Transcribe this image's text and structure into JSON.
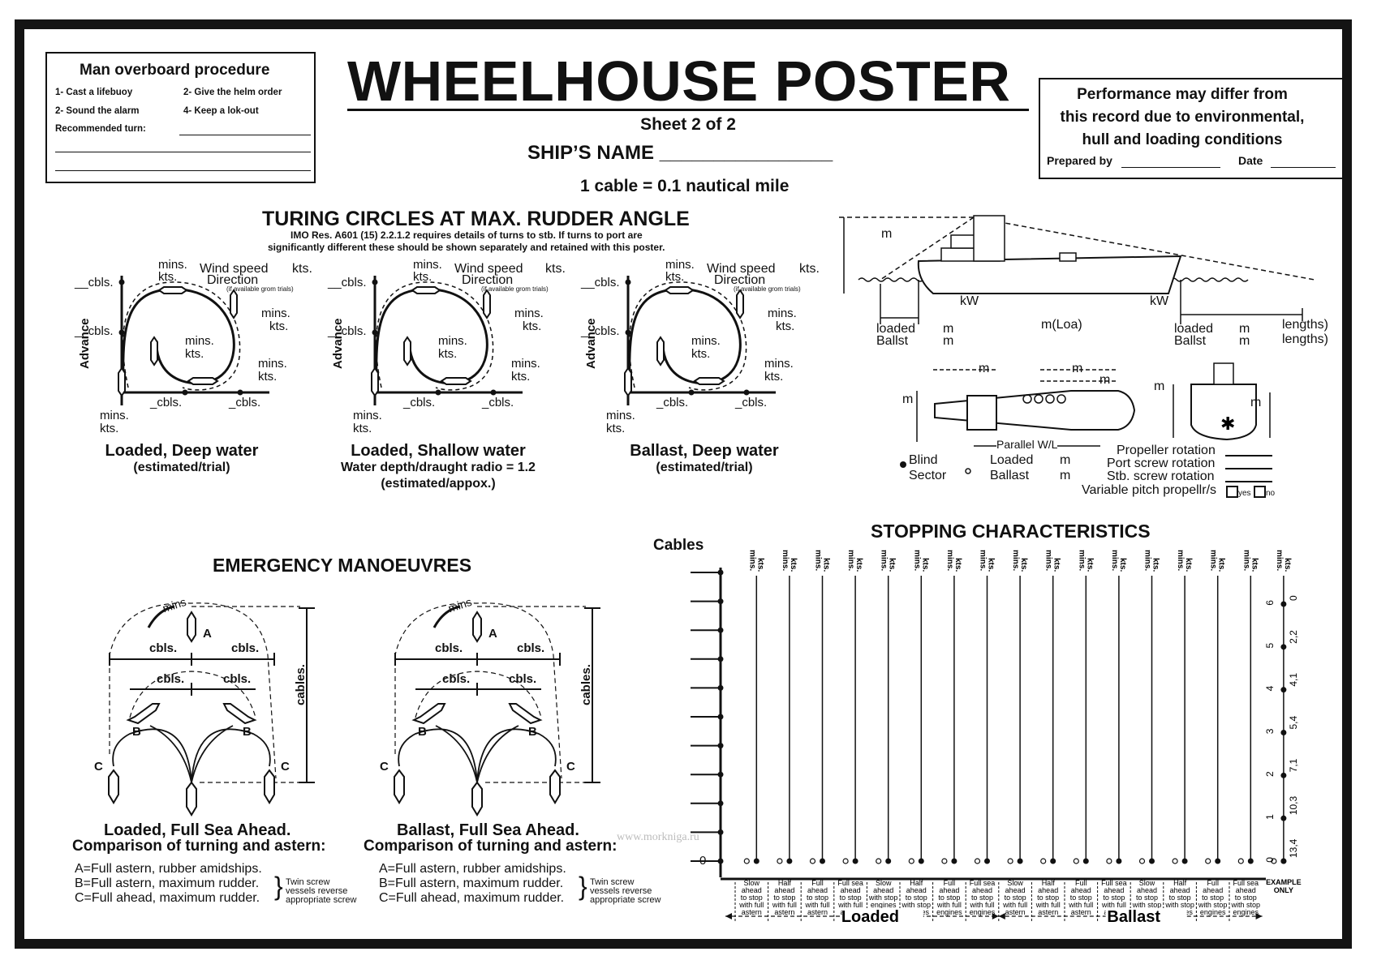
{
  "mob": {
    "title": "Man overboard procedure",
    "items": [
      "1- Cast a lifebuoy",
      "2- Give the helm order",
      "2- Sound the alarm",
      "4- Keep a lok-out"
    ],
    "recommended": "Recommended turn:"
  },
  "header": {
    "title": "WHEELHOUSE POSTER",
    "sheet": "Sheet 2 of 2",
    "ship_name": "SHIP’S NAME ________________",
    "cable": "1 cable = 0.1 nautical mile"
  },
  "perf": {
    "line1": "Performance may differ from",
    "line2": "this record due to environmental,",
    "line3": "hull and loading conditions",
    "prepared": "Prepared by",
    "date": "Date"
  },
  "turning": {
    "title": "TURING CIRCLES AT MAX. RUDDER ANGLE",
    "note1": "IMO Res. A601 (15) 2.2.1.2 requires details of  turns to stb. If turns to port are",
    "note2": "significantly different these should be shown separately and retained with this poster.",
    "labels": {
      "mins": "mins.",
      "kts": "kts.",
      "cbls": "__cbls.",
      "cbls2": "_cbls.",
      "wind": "Wind speed",
      "direction": "Direction",
      "trials": "(if available grom trials)",
      "advance": "Advance"
    },
    "panels": [
      {
        "caption": "Loaded, Deep water",
        "sub1": "(estimated/trial)",
        "sub2": ""
      },
      {
        "caption": "Loaded, Shallow water",
        "sub1": "Water depth/draught radio = 1.2",
        "sub2": "(estimated/appox.)"
      },
      {
        "caption": "Ballast, Deep water",
        "sub1": "(estimated/trial)",
        "sub2": ""
      }
    ]
  },
  "ship": {
    "m": "m",
    "kw": "kW",
    "loa": "m(Loa)",
    "loaded": "loaded",
    "ballst": "Ballst",
    "lengths": "lengths)",
    "parallel": "Parallel W/L",
    "blind1": "Blind",
    "blind2": "Sector",
    "loaded2": "Loaded",
    "ballast2": "Ballast",
    "prop": "Propeller rotation",
    "port": "Port screw rotation",
    "stb": "Stb. screw rotation",
    "variable": "Variable pitch propellr/s",
    "yes": "yes",
    "no": "no"
  },
  "emergency": {
    "title": "EMERGENCY MANOEUVRES",
    "mins": "mins",
    "cbls": "cbls.",
    "cables": "cables.",
    "panels": [
      {
        "caption": "Loaded, Full Sea Ahead."
      },
      {
        "caption": "Ballast, Full Sea Ahead."
      }
    ],
    "comparison": "Comparison of turning and astern:",
    "legend": [
      "A=Full astern, rubber amidships.",
      "B=Full astern, maximum rudder.",
      "C=Full ahead, maximum rudder."
    ],
    "twin": [
      "Twin screw",
      "vessels reverse",
      "appropriate screw"
    ]
  },
  "stopping": {
    "title": "STOPPING CHARACTERISTICS",
    "cables": "Cables",
    "zero": "0",
    "col_mins": "mins.",
    "col_kts": "kts.",
    "columns": [
      [
        "Slow",
        "ahead",
        "to stop",
        "with full",
        "astern"
      ],
      [
        "Half",
        "ahead",
        "to stop",
        "with full",
        "astern"
      ],
      [
        "Full",
        "ahead",
        "to stop",
        "with full",
        "astern"
      ],
      [
        "Full sea",
        "ahead",
        "to stop",
        "with full",
        "astern"
      ],
      [
        "Slow",
        "ahead",
        "with stop",
        "engines",
        ""
      ],
      [
        "Half",
        "ahead",
        "to stop",
        "with stop",
        "engines"
      ],
      [
        "Full",
        "ahead",
        "to stop",
        "with full",
        "engines"
      ],
      [
        "Full sea",
        "ahead",
        "to stop",
        "with full",
        "engines"
      ],
      [
        "Slow",
        "ahead",
        "to stop",
        "with full",
        "astern"
      ],
      [
        "Half",
        "ahead",
        "to stop",
        "with full",
        "astern"
      ],
      [
        "Full",
        "ahead",
        "to stop",
        "with full",
        "astern"
      ],
      [
        "Full sea",
        "ahead",
        "to stop",
        "with full",
        "astern"
      ],
      [
        "Slow",
        "ahead",
        "to stop",
        "with stop",
        "engines"
      ],
      [
        "Half",
        "ahead",
        "to stop",
        "with stop",
        "engines"
      ],
      [
        "Full",
        "ahead",
        "to stop",
        "with stop",
        "engines"
      ],
      [
        "Full sea",
        "ahead",
        "to stop",
        "with stop",
        "engines"
      ]
    ],
    "loaded": "Loaded",
    "ballast": "Ballast",
    "example": [
      "EXAMPLE",
      "ONLY"
    ],
    "example_ticks": [
      {
        "cables": "6",
        "kts": "0"
      },
      {
        "cables": "5",
        "kts": "2,2"
      },
      {
        "cables": "4",
        "kts": "4,1"
      },
      {
        "cables": "3",
        "kts": "5,4"
      },
      {
        "cables": "2",
        "kts": "7,1"
      },
      {
        "cables": "1",
        "kts": "10,3"
      },
      {
        "cables": "0",
        "kts": "13,4"
      }
    ]
  },
  "watermark": "www.morkniga.ru"
}
